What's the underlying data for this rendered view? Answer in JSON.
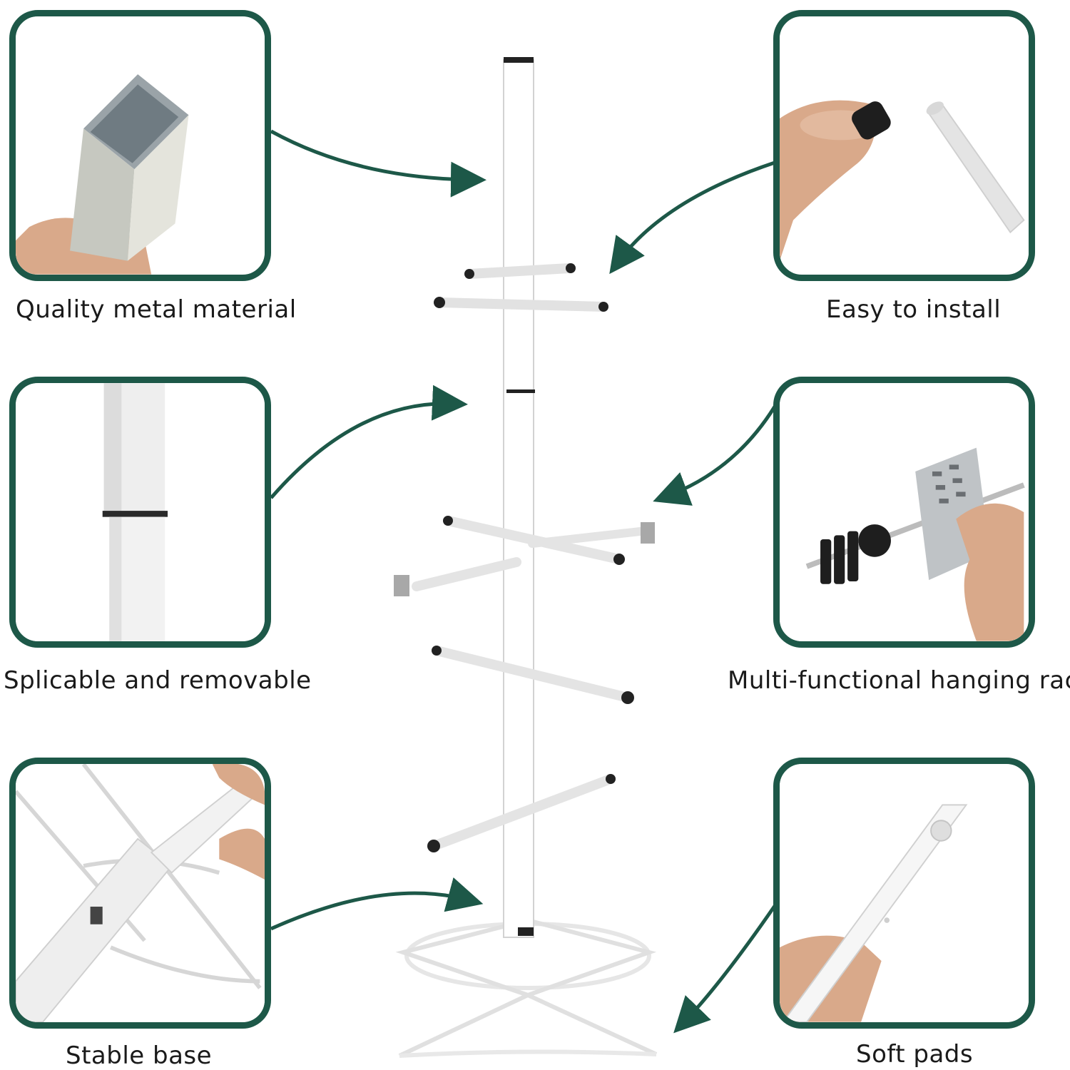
{
  "features": {
    "quality": {
      "caption": "Quality metal material"
    },
    "install": {
      "caption": "Easy to install"
    },
    "splicable": {
      "caption": "Splicable and removable"
    },
    "multi": {
      "caption": "Multi-functional hanging rack"
    },
    "base": {
      "caption": "Stable base"
    },
    "pads": {
      "caption": "Soft pads"
    }
  },
  "colors": {
    "frame": "#1d5848",
    "rack": "#ffffff",
    "cap": "#1a1a1a",
    "text": "#1a1a1a"
  }
}
